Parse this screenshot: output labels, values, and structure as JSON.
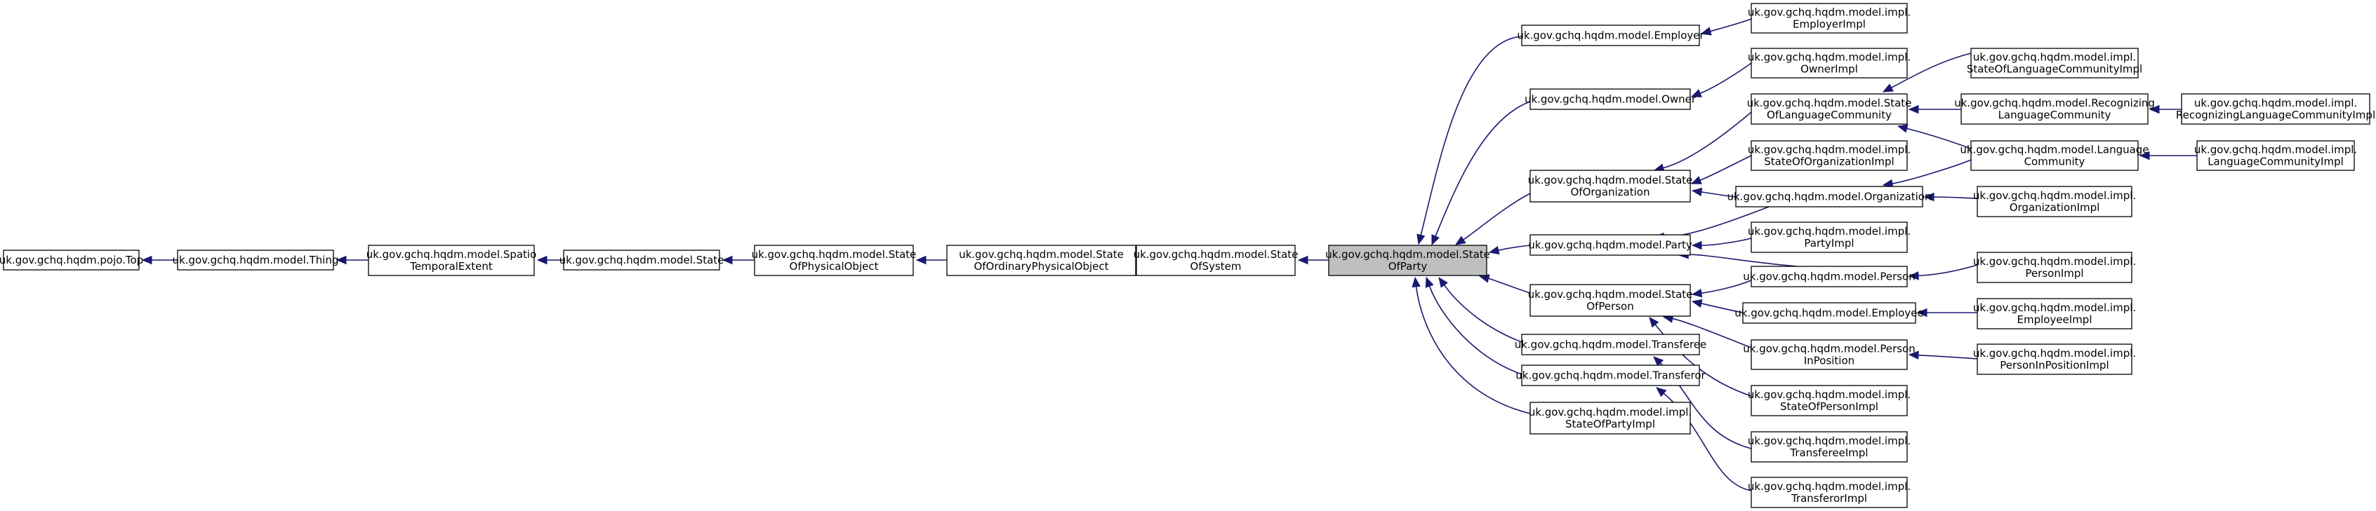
{
  "nodes": [
    {
      "id": "pojo_top",
      "lines": [
        "uk.gov.gchq.hqdm.pojo.Top"
      ]
    },
    {
      "id": "thing",
      "lines": [
        "uk.gov.gchq.hqdm.model.Thing"
      ]
    },
    {
      "id": "spatio",
      "lines": [
        "uk.gov.gchq.hqdm.model.Spatio",
        "TemporalExtent"
      ]
    },
    {
      "id": "state",
      "lines": [
        "uk.gov.gchq.hqdm.model.State"
      ]
    },
    {
      "id": "state_phys",
      "lines": [
        "uk.gov.gchq.hqdm.model.State",
        "OfPhysicalObject"
      ]
    },
    {
      "id": "state_ord",
      "lines": [
        "uk.gov.gchq.hqdm.model.State",
        "OfOrdinaryPhysicalObject"
      ]
    },
    {
      "id": "state_sys",
      "lines": [
        "uk.gov.gchq.hqdm.model.State",
        "OfSystem"
      ]
    },
    {
      "id": "state_party",
      "lines": [
        "uk.gov.gchq.hqdm.model.State",
        "OfParty"
      ],
      "selected": true
    },
    {
      "id": "employer",
      "lines": [
        "uk.gov.gchq.hqdm.model.Employer"
      ]
    },
    {
      "id": "owner",
      "lines": [
        "uk.gov.gchq.hqdm.model.Owner"
      ]
    },
    {
      "id": "state_org",
      "lines": [
        "uk.gov.gchq.hqdm.model.State",
        "OfOrganization"
      ]
    },
    {
      "id": "party",
      "lines": [
        "uk.gov.gchq.hqdm.model.Party"
      ]
    },
    {
      "id": "state_person",
      "lines": [
        "uk.gov.gchq.hqdm.model.State",
        "OfPerson"
      ]
    },
    {
      "id": "transferee",
      "lines": [
        "uk.gov.gchq.hqdm.model.Transferee"
      ]
    },
    {
      "id": "transferor",
      "lines": [
        "uk.gov.gchq.hqdm.model.Transferor"
      ]
    },
    {
      "id": "state_party_impl",
      "lines": [
        "uk.gov.gchq.hqdm.model.impl.",
        "StateOfPartyImpl"
      ]
    },
    {
      "id": "employer_impl",
      "lines": [
        "uk.gov.gchq.hqdm.model.impl.",
        "EmployerImpl"
      ]
    },
    {
      "id": "owner_impl",
      "lines": [
        "uk.gov.gchq.hqdm.model.impl.",
        "OwnerImpl"
      ]
    },
    {
      "id": "state_lang",
      "lines": [
        "uk.gov.gchq.hqdm.model.State",
        "OfLanguageCommunity"
      ]
    },
    {
      "id": "state_org_impl",
      "lines": [
        "uk.gov.gchq.hqdm.model.impl.",
        "StateOfOrganizationImpl"
      ]
    },
    {
      "id": "organization",
      "lines": [
        "uk.gov.gchq.hqdm.model.Organization"
      ]
    },
    {
      "id": "party_impl",
      "lines": [
        "uk.gov.gchq.hqdm.model.impl.",
        "PartyImpl"
      ]
    },
    {
      "id": "person",
      "lines": [
        "uk.gov.gchq.hqdm.model.Person"
      ]
    },
    {
      "id": "employee",
      "lines": [
        "uk.gov.gchq.hqdm.model.Employee"
      ]
    },
    {
      "id": "person_in_pos",
      "lines": [
        "uk.gov.gchq.hqdm.model.Person",
        "InPosition"
      ]
    },
    {
      "id": "state_person_impl",
      "lines": [
        "uk.gov.gchq.hqdm.model.impl.",
        "StateOfPersonImpl"
      ]
    },
    {
      "id": "transferee_impl",
      "lines": [
        "uk.gov.gchq.hqdm.model.impl.",
        "TransfereeImpl"
      ]
    },
    {
      "id": "transferor_impl",
      "lines": [
        "uk.gov.gchq.hqdm.model.impl.",
        "TransferorImpl"
      ]
    },
    {
      "id": "state_lang_impl",
      "lines": [
        "uk.gov.gchq.hqdm.model.impl.",
        "StateOfLanguageCommunityImpl"
      ]
    },
    {
      "id": "recog_lang",
      "lines": [
        "uk.gov.gchq.hqdm.model.Recognizing",
        "LanguageCommunity"
      ]
    },
    {
      "id": "lang_comm",
      "lines": [
        "uk.gov.gchq.hqdm.model.Language",
        "Community"
      ]
    },
    {
      "id": "org_impl",
      "lines": [
        "uk.gov.gchq.hqdm.model.impl.",
        "OrganizationImpl"
      ]
    },
    {
      "id": "person_impl",
      "lines": [
        "uk.gov.gchq.hqdm.model.impl.",
        "PersonImpl"
      ]
    },
    {
      "id": "employee_impl",
      "lines": [
        "uk.gov.gchq.hqdm.model.impl.",
        "EmployeeImpl"
      ]
    },
    {
      "id": "person_in_pos_impl",
      "lines": [
        "uk.gov.gchq.hqdm.model.impl.",
        "PersonInPositionImpl"
      ]
    },
    {
      "id": "recog_lang_impl",
      "lines": [
        "uk.gov.gchq.hqdm.model.impl.",
        "RecognizingLanguageCommunityImpl"
      ]
    },
    {
      "id": "lang_comm_impl",
      "lines": [
        "uk.gov.gchq.hqdm.model.impl.",
        "LanguageCommunityImpl"
      ]
    }
  ],
  "edges": [
    {
      "from": "thing",
      "to": "pojo_top"
    },
    {
      "from": "spatio",
      "to": "thing"
    },
    {
      "from": "state",
      "to": "spatio"
    },
    {
      "from": "state_phys",
      "to": "state"
    },
    {
      "from": "state_ord",
      "to": "state_phys"
    },
    {
      "from": "state_sys",
      "to": "state_ord"
    },
    {
      "from": "state_party",
      "to": "state_sys"
    },
    {
      "from": "employer",
      "to": "state_party"
    },
    {
      "from": "owner",
      "to": "state_party"
    },
    {
      "from": "state_org",
      "to": "state_party"
    },
    {
      "from": "party",
      "to": "state_party"
    },
    {
      "from": "state_person",
      "to": "state_party"
    },
    {
      "from": "transferee",
      "to": "state_party"
    },
    {
      "from": "transferor",
      "to": "state_party"
    },
    {
      "from": "state_party_impl",
      "to": "state_party"
    },
    {
      "from": "employer_impl",
      "to": "employer"
    },
    {
      "from": "owner_impl",
      "to": "owner"
    },
    {
      "from": "state_lang",
      "to": "state_org"
    },
    {
      "from": "state_org_impl",
      "to": "state_org"
    },
    {
      "from": "organization",
      "to": "state_org"
    },
    {
      "from": "organization",
      "to": "party"
    },
    {
      "from": "party_impl",
      "to": "party"
    },
    {
      "from": "person",
      "to": "party"
    },
    {
      "from": "person",
      "to": "state_person"
    },
    {
      "from": "employee",
      "to": "state_person"
    },
    {
      "from": "person_in_pos",
      "to": "state_person"
    },
    {
      "from": "state_person_impl",
      "to": "state_person"
    },
    {
      "from": "transferee_impl",
      "to": "transferee"
    },
    {
      "from": "transferor_impl",
      "to": "transferor"
    },
    {
      "from": "state_lang_impl",
      "to": "state_lang"
    },
    {
      "from": "recog_lang",
      "to": "state_lang"
    },
    {
      "from": "lang_comm",
      "to": "state_lang"
    },
    {
      "from": "lang_comm",
      "to": "organization"
    },
    {
      "from": "org_impl",
      "to": "organization"
    },
    {
      "from": "person_impl",
      "to": "person"
    },
    {
      "from": "employee_impl",
      "to": "employee"
    },
    {
      "from": "person_in_pos_impl",
      "to": "person_in_pos"
    },
    {
      "from": "recog_lang_impl",
      "to": "recog_lang"
    },
    {
      "from": "lang_comm_impl",
      "to": "lang_comm"
    }
  ]
}
